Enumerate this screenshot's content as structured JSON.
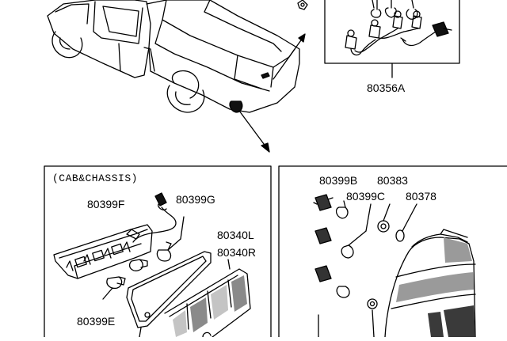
{
  "colors": {
    "line": "#000000",
    "background": "#ffffff",
    "shade": "#bdbdbd",
    "dark": "#2a2a2a"
  },
  "top_right": {
    "part_number": "80356A"
  },
  "bottom_left": {
    "caption": "(CAB&CHASSIS)",
    "labels": [
      "80399F",
      "80399G",
      "80340L",
      "80340R",
      "80399E"
    ]
  },
  "bottom_right": {
    "labels": [
      "80399B",
      "80383",
      "80399C",
      "80378"
    ]
  }
}
